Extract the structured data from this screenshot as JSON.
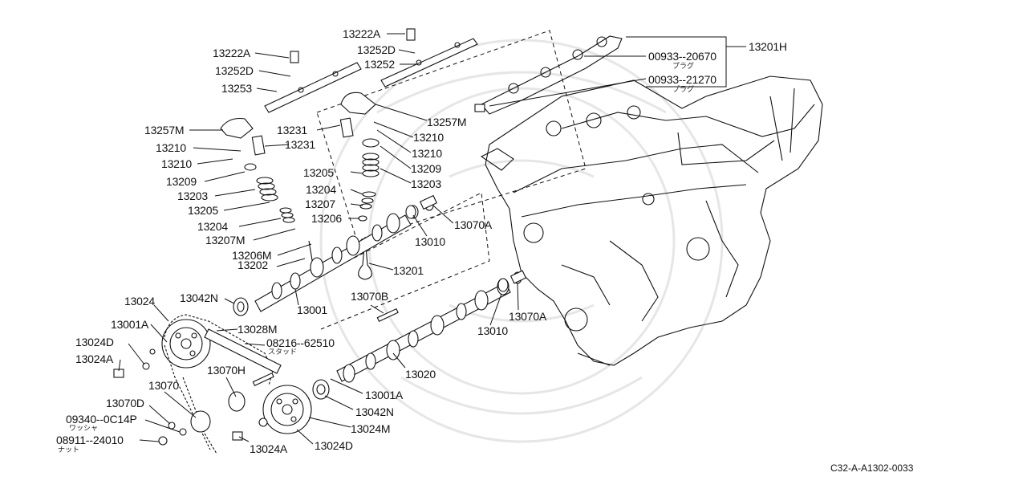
{
  "part_labels": [
    "13222A",
    "13252D",
    "13253",
    "13257M",
    "13210",
    "13210",
    "13209",
    "13203",
    "13205",
    "13204",
    "13207M",
    "13206M",
    "13202",
    "13231",
    "13231",
    "13222A",
    "13252D",
    "13252",
    "13257M",
    "13210",
    "13210",
    "13209",
    "13203",
    "13205",
    "13204",
    "13207",
    "13206",
    "13201",
    "13070A",
    "13010",
    "13201H",
    "00933--20670",
    "00933--21270",
    "13042N",
    "13001",
    "13024",
    "13001A",
    "13024D",
    "13024A",
    "13028M",
    "08216--62510",
    "13070B",
    "13070H",
    "13070",
    "13070D",
    "09340--0C14P",
    "08911--24010",
    "13020",
    "13010",
    "13070A",
    "13001A",
    "13042N",
    "13024M",
    "13024A",
    "13024D"
  ],
  "jp_notes": {
    "plug_1": "プラグ",
    "plug_2": "プラグ",
    "stud": "スタッド",
    "washer": "ワッシャ",
    "nut": "ナット"
  },
  "diagram_code": "C32-A-A1302-0033"
}
